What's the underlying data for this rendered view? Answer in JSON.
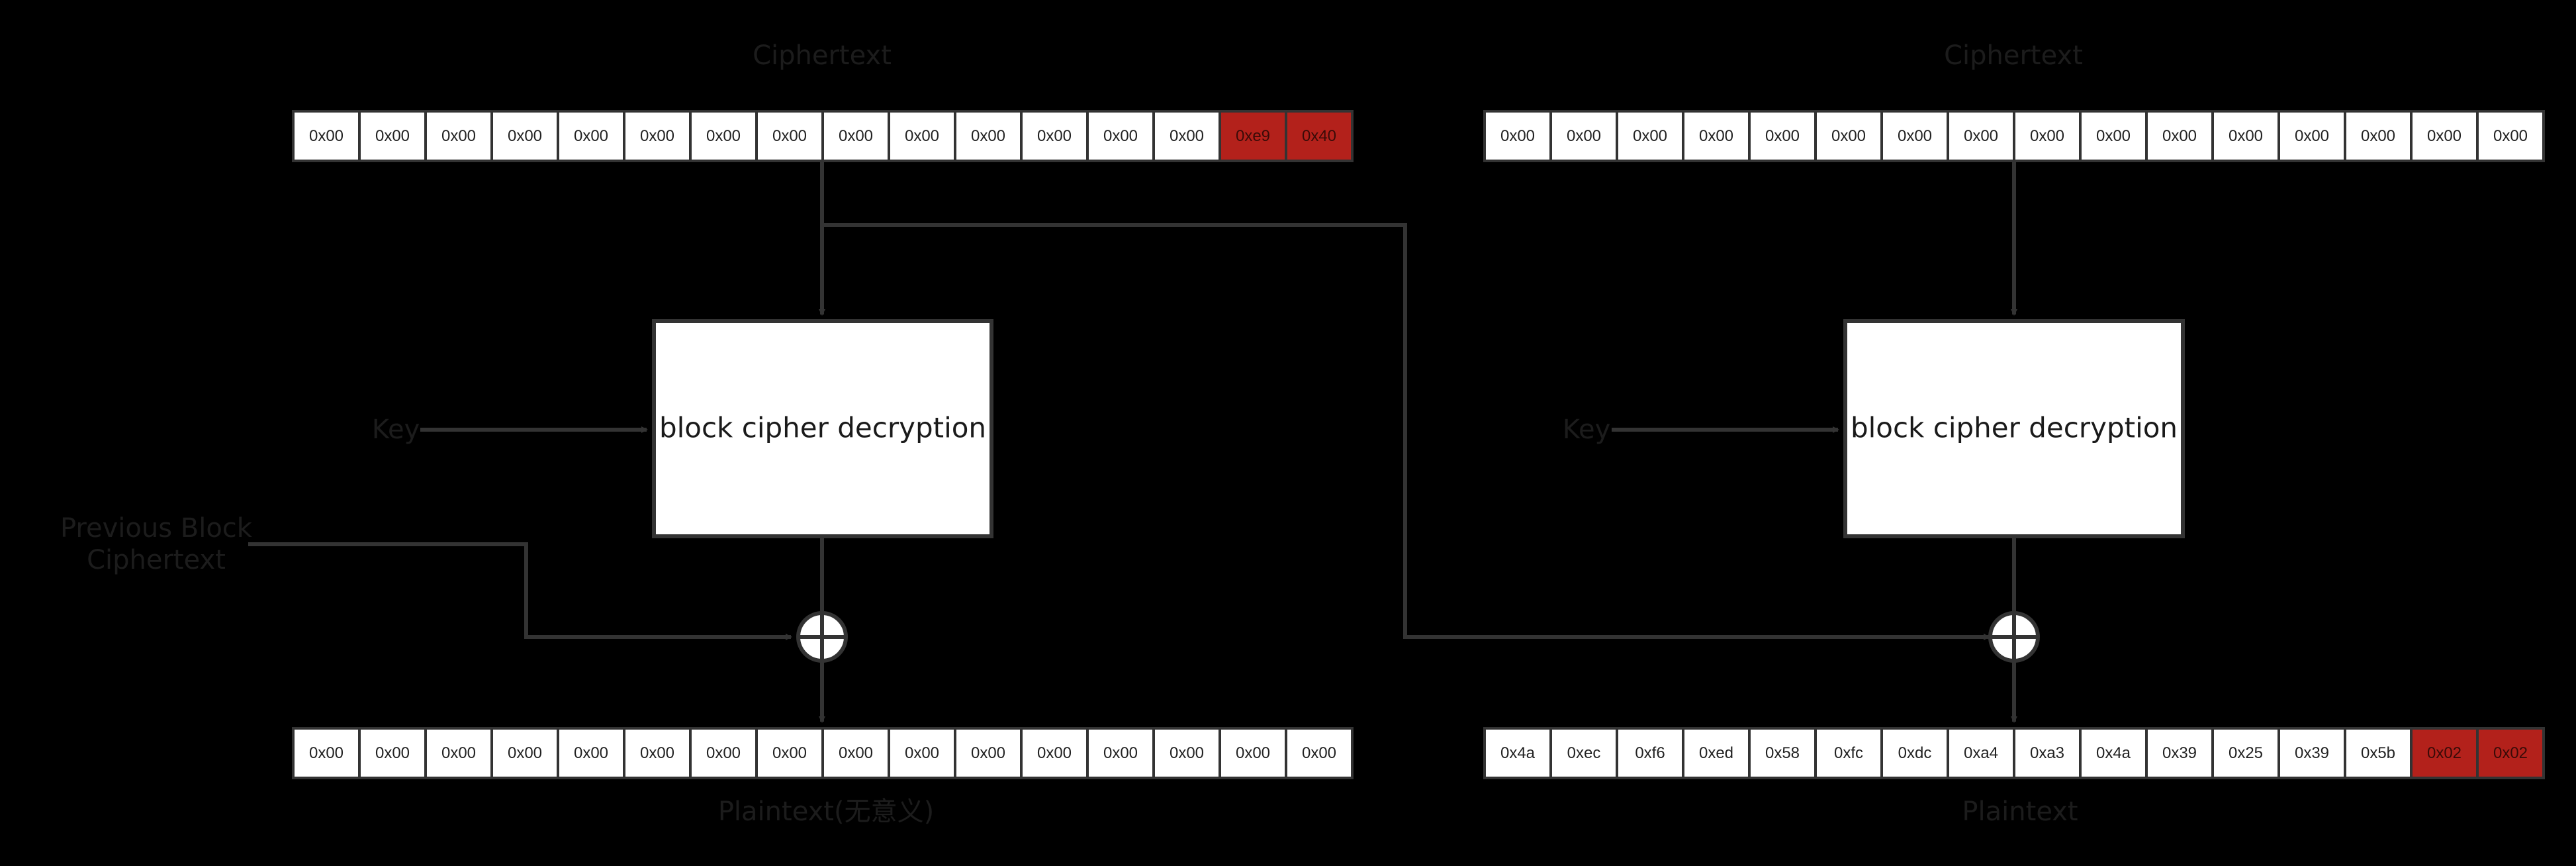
{
  "colors": {
    "background": "#000000",
    "line": "#333333",
    "cell_fill": "#ffffff",
    "cell_border": "#333333",
    "cell_text": "#222222",
    "highlight_fill": "#b3211b",
    "highlight_text": "#3a0b08",
    "box_fill": "#ffffff",
    "label_text": "#1c1c1c"
  },
  "left": {
    "ciphertext_label": "Ciphertext",
    "ciphertext_bytes": [
      {
        "v": "0x00"
      },
      {
        "v": "0x00"
      },
      {
        "v": "0x00"
      },
      {
        "v": "0x00"
      },
      {
        "v": "0x00"
      },
      {
        "v": "0x00"
      },
      {
        "v": "0x00"
      },
      {
        "v": "0x00"
      },
      {
        "v": "0x00"
      },
      {
        "v": "0x00"
      },
      {
        "v": "0x00"
      },
      {
        "v": "0x00"
      },
      {
        "v": "0x00"
      },
      {
        "v": "0x00"
      },
      {
        "v": "0xe9",
        "hl": true
      },
      {
        "v": "0x40",
        "hl": true
      }
    ],
    "key_label": "Key",
    "box_label": "block cipher decryption",
    "prev_label_line1": "Previous Block",
    "prev_label_line2": "Ciphertext",
    "plaintext_bytes": [
      {
        "v": "0x00"
      },
      {
        "v": "0x00"
      },
      {
        "v": "0x00"
      },
      {
        "v": "0x00"
      },
      {
        "v": "0x00"
      },
      {
        "v": "0x00"
      },
      {
        "v": "0x00"
      },
      {
        "v": "0x00"
      },
      {
        "v": "0x00"
      },
      {
        "v": "0x00"
      },
      {
        "v": "0x00"
      },
      {
        "v": "0x00"
      },
      {
        "v": "0x00"
      },
      {
        "v": "0x00"
      },
      {
        "v": "0x00"
      },
      {
        "v": "0x00"
      }
    ],
    "plaintext_label": "Plaintext(无意义)"
  },
  "right": {
    "ciphertext_label": "Ciphertext",
    "ciphertext_bytes": [
      {
        "v": "0x00"
      },
      {
        "v": "0x00"
      },
      {
        "v": "0x00"
      },
      {
        "v": "0x00"
      },
      {
        "v": "0x00"
      },
      {
        "v": "0x00"
      },
      {
        "v": "0x00"
      },
      {
        "v": "0x00"
      },
      {
        "v": "0x00"
      },
      {
        "v": "0x00"
      },
      {
        "v": "0x00"
      },
      {
        "v": "0x00"
      },
      {
        "v": "0x00"
      },
      {
        "v": "0x00"
      },
      {
        "v": "0x00"
      },
      {
        "v": "0x00"
      }
    ],
    "key_label": "Key",
    "box_label": "block cipher decryption",
    "plaintext_bytes": [
      {
        "v": "0x4a"
      },
      {
        "v": "0xec"
      },
      {
        "v": "0xf6"
      },
      {
        "v": "0xed"
      },
      {
        "v": "0x58"
      },
      {
        "v": "0xfc"
      },
      {
        "v": "0xdc"
      },
      {
        "v": "0xa4"
      },
      {
        "v": "0xa3"
      },
      {
        "v": "0x4a"
      },
      {
        "v": "0x39"
      },
      {
        "v": "0x25"
      },
      {
        "v": "0x39"
      },
      {
        "v": "0x5b"
      },
      {
        "v": "0x02",
        "hl": true
      },
      {
        "v": "0x02",
        "hl": true
      }
    ],
    "plaintext_label": "Plaintext"
  }
}
